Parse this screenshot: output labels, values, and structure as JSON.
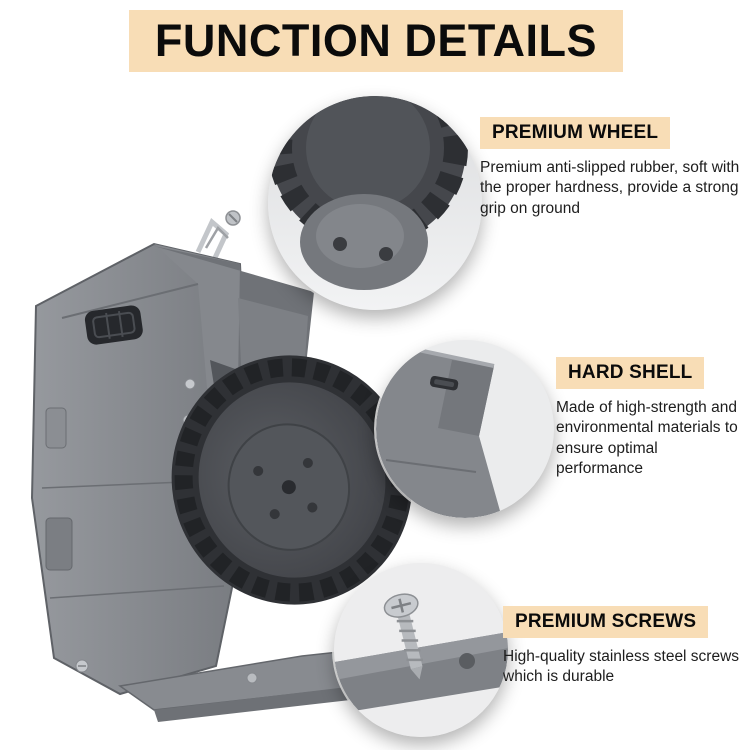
{
  "header": {
    "title": "FUNCTION DETAILS"
  },
  "colors": {
    "highlight": "#f8ddb6"
  },
  "callouts": [
    {
      "heading": "PREMIUM WHEEL",
      "description": "Premium anti-slipped rubber, soft with the proper hardness, provide a strong grip on ground"
    },
    {
      "heading": "HARD SHELL",
      "description": "Made of high-strength and environmental materials to ensure optimal performance"
    },
    {
      "heading": "PREMIUM SCREWS",
      "description": "High-quality stainless steel screws which is durable"
    }
  ]
}
